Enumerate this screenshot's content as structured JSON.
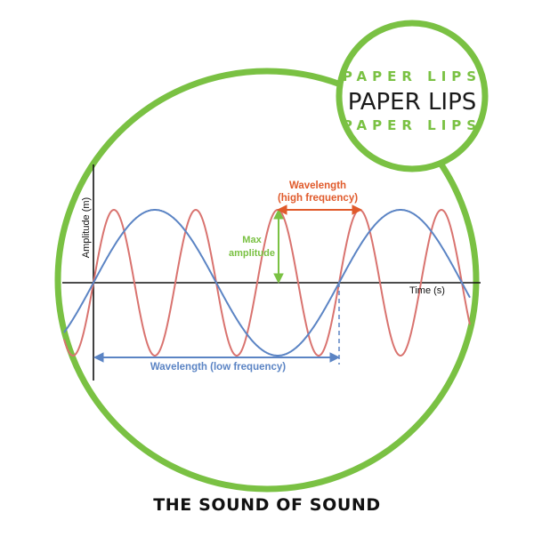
{
  "colors": {
    "green": "#7ac143",
    "high_frequency": "#d9736f",
    "low_frequency": "#5b84c4",
    "wavelength_high_label": "#e05a2b",
    "axis": "#111111",
    "dashed_guide": "#5b84c4"
  },
  "logo": {
    "main_text": "PAPER LIPS",
    "decorative_text": "PAPER LIPS"
  },
  "diagram": {
    "y_axis_label": "Amplitude (m)",
    "x_axis_label": "Time (s)",
    "max_amplitude_label_line1": "Max",
    "max_amplitude_label_line2": "amplitude",
    "wavelength_high_line1": "Wavelength",
    "wavelength_high_line2": "(high frequency)",
    "wavelength_low": "Wavelength (low frequency)",
    "wave_low_cycles_visible": 1.62,
    "wave_high_cycles_visible": 4.86
  },
  "caption": "THE SOUND OF SOUND"
}
